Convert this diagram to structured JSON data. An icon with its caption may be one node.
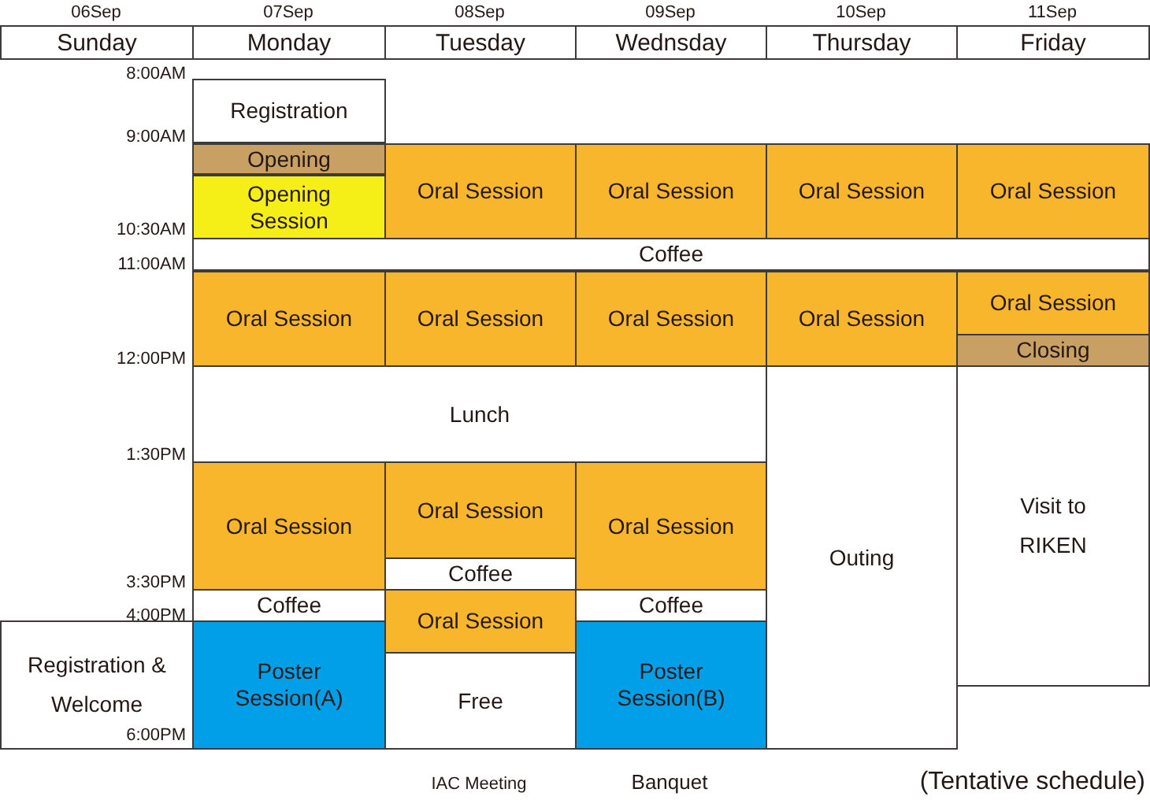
{
  "diagram": {
    "nodes": [
      {
        "text": [
          "Sunday"
        ]
      },
      {
        "text": [
          "Monday"
        ]
      },
      {
        "text": [
          "Tuesday"
        ]
      },
      {
        "text": [
          "Wednsday"
        ]
      },
      {
        "text": [
          "Thursday"
        ]
      },
      {
        "text": [
          "Friday"
        ]
      },
      {
        "text": [
          "Registration"
        ]
      },
      {
        "text": [
          "Opening"
        ]
      },
      {
        "text": [
          "Oral Session"
        ]
      },
      {
        "text": [
          "Oral Session"
        ]
      },
      {
        "text": [
          "Oral Session"
        ]
      },
      {
        "text": [
          "Oral Session"
        ]
      },
      {
        "text": [
          "Opening Session"
        ]
      },
      {
        "text": [
          "Coffee"
        ]
      },
      {
        "text": [
          "Oral Session"
        ]
      },
      {
        "text": [
          "Oral Session"
        ]
      },
      {
        "text": [
          "Oral Session"
        ]
      },
      {
        "text": [
          "Oral Session"
        ]
      },
      {
        "text": [
          "Oral Session"
        ]
      },
      {
        "text": [
          "Closing"
        ]
      },
      {
        "text": [
          "Lunch"
        ]
      },
      {
        "text": [
          "Outing"
        ]
      },
      {
        "text": [
          "Visit to RIKEN"
        ]
      },
      {
        "text": [
          "Oral Session"
        ]
      },
      {
        "text": [
          "Oral Session"
        ]
      },
      {
        "text": [
          "Oral Session"
        ]
      },
      {
        "text": [
          "Coffee"
        ]
      },
      {
        "text": [
          "Coffee"
        ]
      },
      {
        "text": [
          "Oral Session"
        ]
      },
      {
        "text": [
          "Coffee"
        ]
      },
      {
        "text": [
          "Registration & Welcome"
        ]
      },
      {
        "text": [
          "Poster Session(A)"
        ]
      },
      {
        "text": [
          "Poster Session(B)"
        ]
      },
      {
        "text": [
          "Free"
        ]
      }
    ],
    "labels": [
      "06Sep",
      "07Sep",
      "08Sep",
      "09Sep",
      "10Sep",
      "11Sep",
      "8:00AM",
      "9:00AM",
      "10:30AM",
      "11:00AM",
      "12:00PM",
      "1:30PM",
      "3:30PM",
      "4:00PM",
      "6:00PM",
      "IAC Meeting",
      "Banquet",
      "(Tentative schedule)"
    ]
  }
}
